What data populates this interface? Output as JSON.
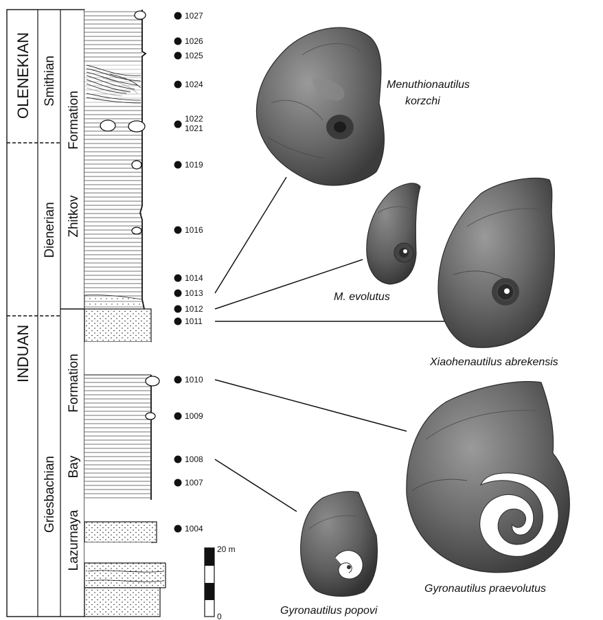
{
  "stratigraphy": {
    "stages": [
      "OLENEKIAN",
      "INDUAN"
    ],
    "substages": [
      "Smithian",
      "Dienerian",
      "Griesbachian"
    ],
    "formations": [
      "Zhitkov Formation",
      "Lazurnaya Bay Formation"
    ],
    "formation_words": {
      "zhitkov": [
        "Zhitkov",
        "Formation"
      ],
      "lazurnaya": [
        "Lazurnaya",
        "Bay",
        "Formation"
      ]
    }
  },
  "beds": [
    "1027",
    "1026",
    "1025",
    "1024",
    "1022",
    "1021",
    "1019",
    "1016",
    "1014",
    "1013",
    "1012",
    "1011",
    "1010",
    "1009",
    "1008",
    "1007",
    "1004"
  ],
  "scale_bar": {
    "top_label": "20 m",
    "bottom_label": "0"
  },
  "species": {
    "menuthionautilus_korzchi": [
      "Menuthionautilus",
      "korzchi"
    ],
    "m_evolutus": "M. evolutus",
    "xiaohenautilus_abrekensis": "Xiaohenautilus abrekensis",
    "gyronautilus_praevolutus": "Gyronautilus praevolutus",
    "gyronautilus_popovi": "Gyronautilus popovi"
  },
  "colors": {
    "ink": "#111111",
    "fossil_dark": "#4a4a4a",
    "fossil_mid": "#6f6f6f",
    "fossil_light": "#9a9a9a"
  }
}
